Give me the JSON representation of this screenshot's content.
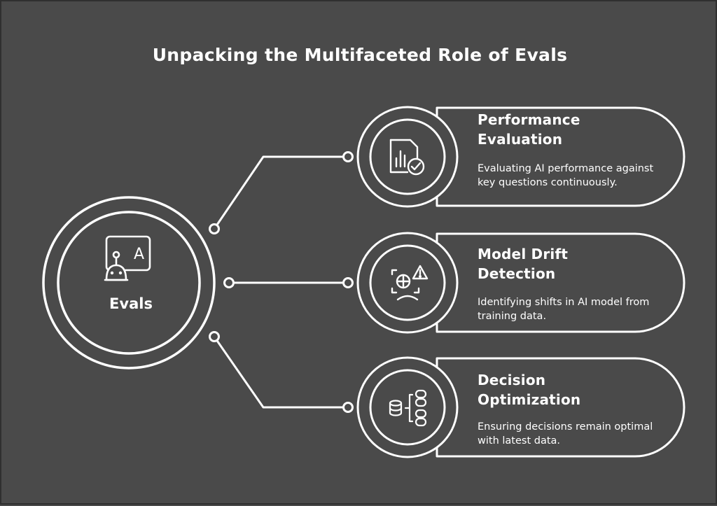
{
  "title": "Unpacking the Multifaceted Role of Evals",
  "hub": {
    "label": "Evals",
    "icon": "robot-with-letter-a-board-icon"
  },
  "items": [
    {
      "title_line1": "Performance",
      "title_line2": "Evaluation",
      "description": "Evaluating AI performance against key questions continuously.",
      "icon": "report-check-icon"
    },
    {
      "title_line1": "Model Drift",
      "title_line2": "Detection",
      "description": "Identifying shifts in AI model from training data.",
      "icon": "drift-warning-icon"
    },
    {
      "title_line1": "Decision",
      "title_line2": "Optimization",
      "description": "Ensuring decisions remain optimal with latest data.",
      "icon": "database-decision-icon"
    }
  ],
  "colors": {
    "background": "#4a4a4a",
    "stroke": "#ffffff",
    "text": "#ffffff"
  }
}
